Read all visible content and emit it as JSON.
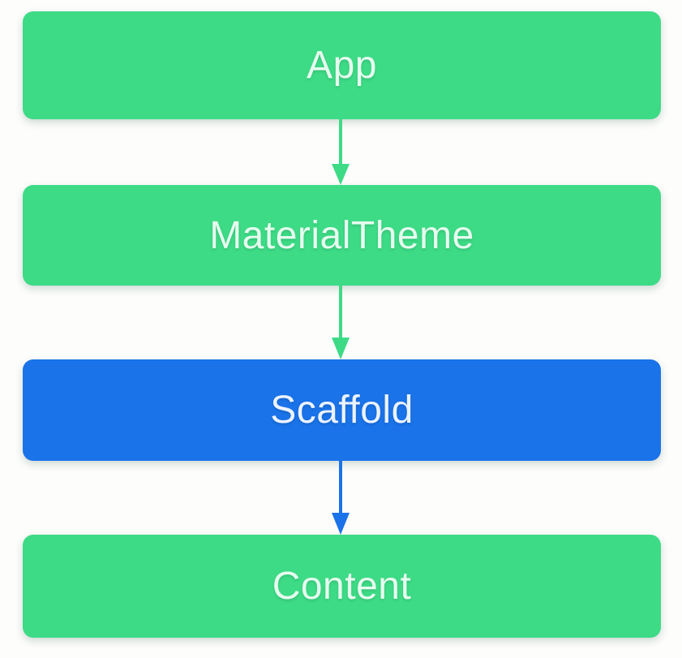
{
  "diagram": {
    "type": "flowchart",
    "direction": "top-down",
    "nodes": [
      {
        "id": "app",
        "label": "App",
        "color": "green"
      },
      {
        "id": "material-theme",
        "label": "MaterialTheme",
        "color": "green"
      },
      {
        "id": "scaffold",
        "label": "Scaffold",
        "color": "blue"
      },
      {
        "id": "content",
        "label": "Content",
        "color": "green"
      }
    ],
    "edges": [
      {
        "from": "app",
        "to": "material-theme",
        "color": "green"
      },
      {
        "from": "material-theme",
        "to": "scaffold",
        "color": "green"
      },
      {
        "from": "scaffold",
        "to": "content",
        "color": "blue"
      }
    ]
  },
  "colors": {
    "green": "#3ddb86",
    "blue": "#1a73e8",
    "background": "#fdfdfc",
    "text_on_green": "#e6fcef",
    "text_on_blue": "#ecf3fe"
  }
}
